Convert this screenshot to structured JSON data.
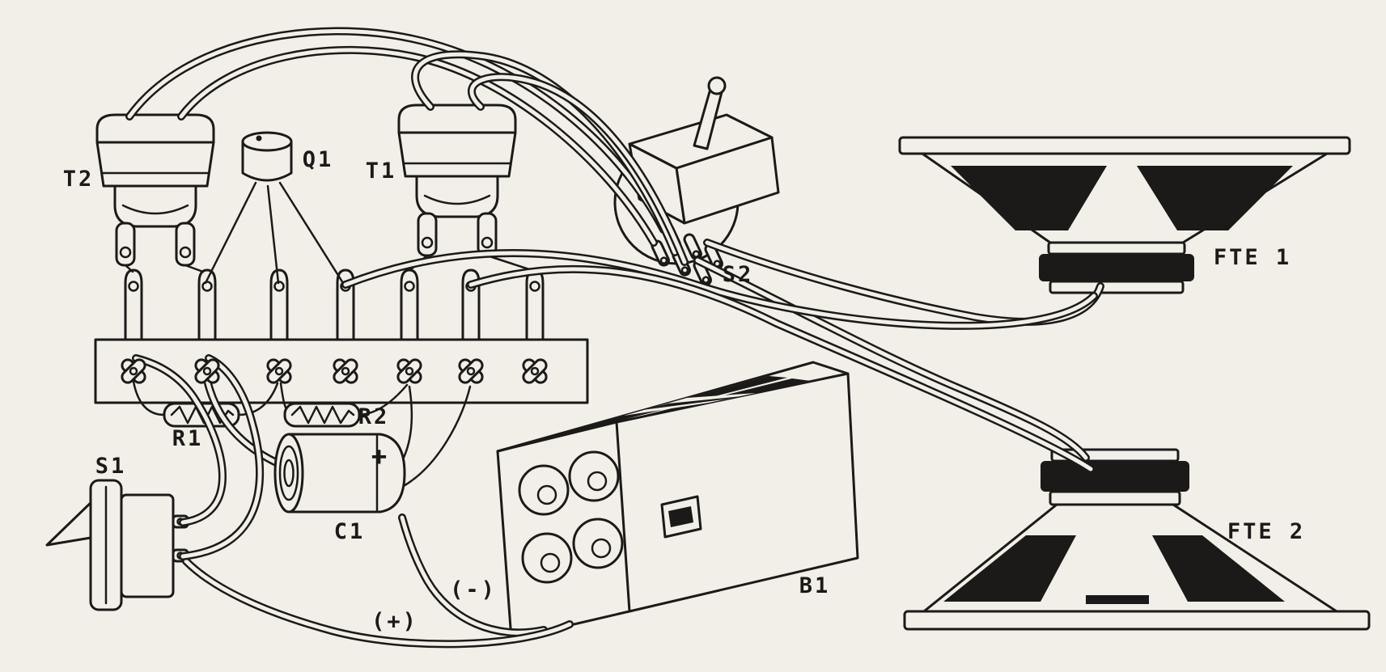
{
  "labels": {
    "t2": "T2",
    "q1": "Q1",
    "t1": "T1",
    "s2": "S2",
    "fte1": "FTE 1",
    "r1": "R1",
    "r2": "R2",
    "c1": "C1",
    "s1": "S1",
    "b1": "B1",
    "fte2": "FTE 2",
    "battery_minus": "(-)",
    "battery_plus": "(+)",
    "capacitor_plus": "+"
  },
  "colors": {
    "ink": "#1b1a18",
    "paper": "#f2efe8"
  }
}
